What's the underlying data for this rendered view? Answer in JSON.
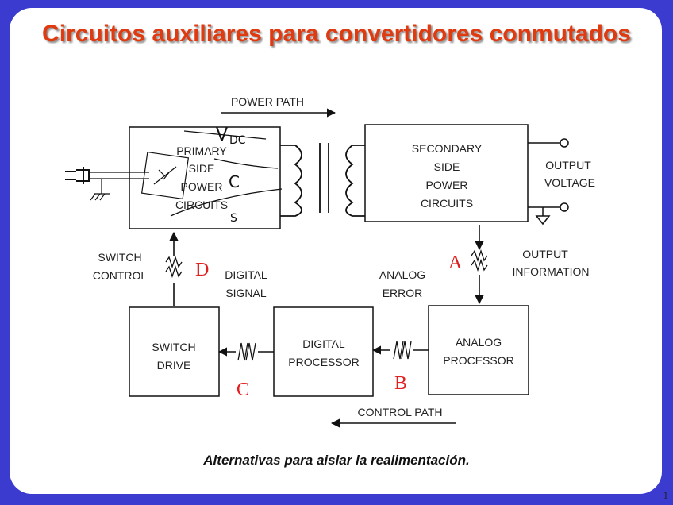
{
  "title": "Circuitos auxiliares para convertidores conmutados",
  "caption": "Alternativas para aislar la realimentación.",
  "page_number": "1",
  "diagram": {
    "power_path": "POWER PATH",
    "control_path": "CONTROL PATH",
    "primary_block": [
      "PRIMARY",
      "SIDE",
      "POWER",
      "CIRCUITS"
    ],
    "secondary_block": [
      "SECONDARY",
      "SIDE",
      "POWER",
      "CIRCUITS"
    ],
    "output_voltage": [
      "OUTPUT",
      "VOLTAGE"
    ],
    "output_information": [
      "OUTPUT",
      "INFORMATION"
    ],
    "analog_error": [
      "ANALOG",
      "ERROR"
    ],
    "digital_signal": [
      "DIGITAL",
      "SIGNAL"
    ],
    "switch_control": [
      "SWITCH",
      "CONTROL"
    ],
    "switch_drive": [
      "SWITCH",
      "DRIVE"
    ],
    "digital_processor": [
      "DIGITAL",
      "PROCESSOR"
    ],
    "analog_processor": [
      "ANALOG",
      "PROCESSOR"
    ],
    "isolation_points": {
      "a": "A",
      "b": "B",
      "c": "C",
      "d": "D"
    },
    "handwritten": {
      "vdc_v": "V",
      "vdc_sub": "DC",
      "c": "C",
      "s": "S"
    }
  }
}
